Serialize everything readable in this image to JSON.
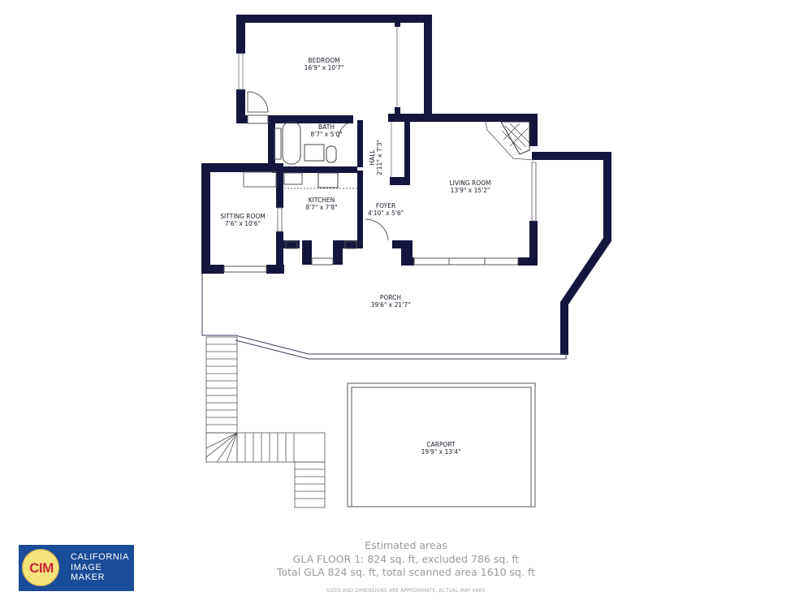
{
  "plan": {
    "wall_color": "#14163f",
    "rooms": [
      {
        "name": "BEDROOM",
        "dims": "16'9\" x 10'7\""
      },
      {
        "name": "BATH",
        "dims": "8'7\" x 5'0\""
      },
      {
        "name": "HALL",
        "dims": "2'11\" x 7'3\""
      },
      {
        "name": "KITCHEN",
        "dims": "8'7\" x 7'8\""
      },
      {
        "name": "SITTING ROOM",
        "dims": "7'6\" x 10'6\""
      },
      {
        "name": "FOYER",
        "dims": "4'10\" x 5'6\""
      },
      {
        "name": "LIVING ROOM",
        "dims": "13'9\" x 15'2\""
      },
      {
        "name": "PORCH",
        "dims": "39'6\" x 21'7\""
      },
      {
        "name": "CARPORT",
        "dims": "19'9\" x 13'4\""
      }
    ]
  },
  "footer": {
    "title": "Estimated areas",
    "line1": "GLA FLOOR 1: 824 sq. ft, excluded 786 sq. ft",
    "line2": "Total GLA 824 sq. ft, total scanned area 1610 sq. ft",
    "disclaimer": "SIZES AND DIMENSIONS ARE APPROXIMATE, ACTUAL MAY VARY."
  },
  "logo": {
    "mark": "CIM",
    "line1": "CALIFORNIA",
    "line2": "IMAGE",
    "line3": "MAKER",
    "bg_color": "#1b4c9a",
    "circle_color": "#f6e27a",
    "mark_color": "#c8263a"
  }
}
